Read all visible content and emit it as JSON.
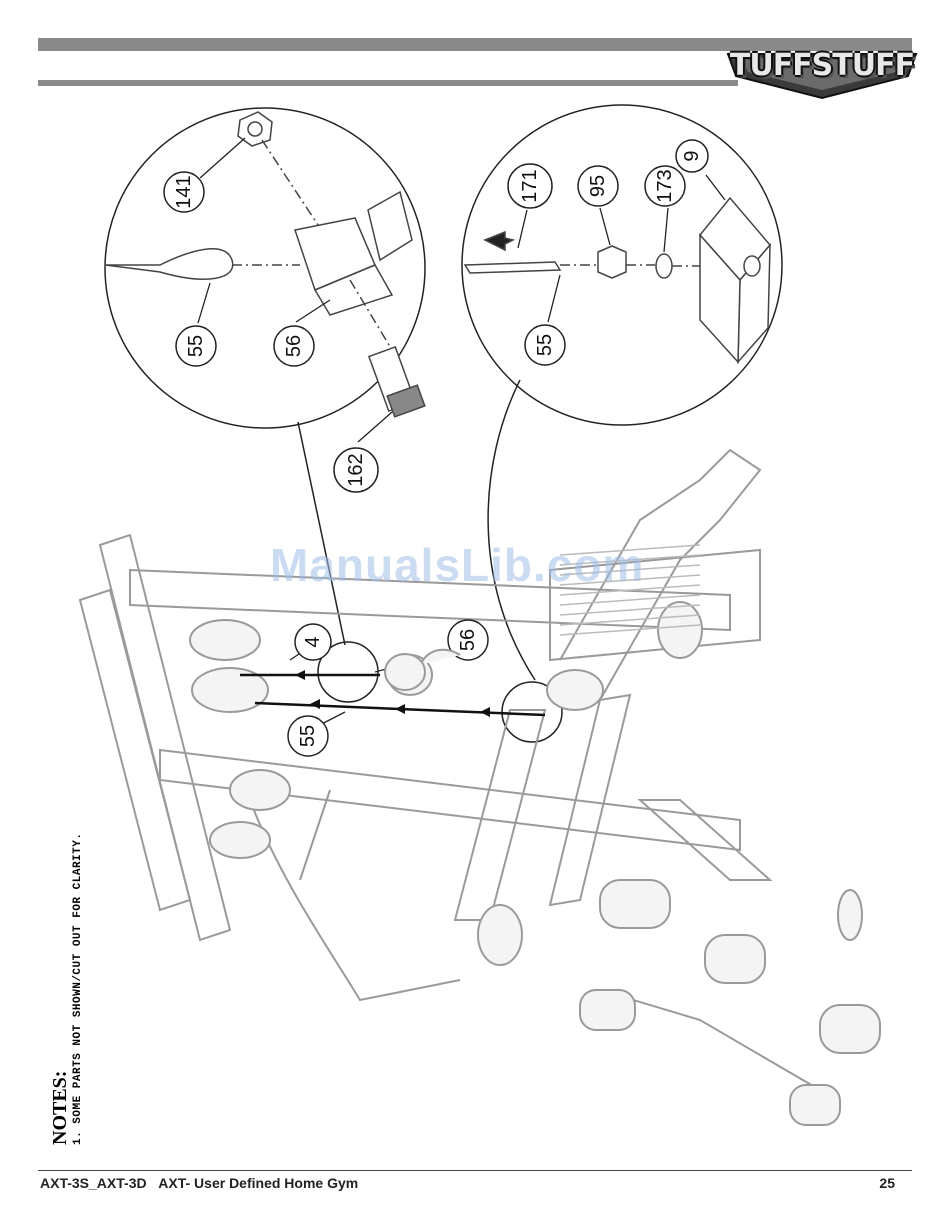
{
  "header": {
    "logo_text": "TUFFSTUFF"
  },
  "callouts": {
    "left_detail": [
      "141",
      "55",
      "56",
      "162"
    ],
    "right_detail": [
      "171",
      "95",
      "173",
      "9",
      "55"
    ],
    "main": [
      "4",
      "56",
      "55"
    ]
  },
  "notes": {
    "title": "NOTES:",
    "items": [
      "1. SOME PARTS NOT SHOWN/CUT OUT FOR CLARITY."
    ]
  },
  "watermark": "ManualsLib.com",
  "footer": {
    "model": "AXT-3S_AXT-3D",
    "title": "AXT- User Defined Home Gym",
    "page_number": "25"
  }
}
